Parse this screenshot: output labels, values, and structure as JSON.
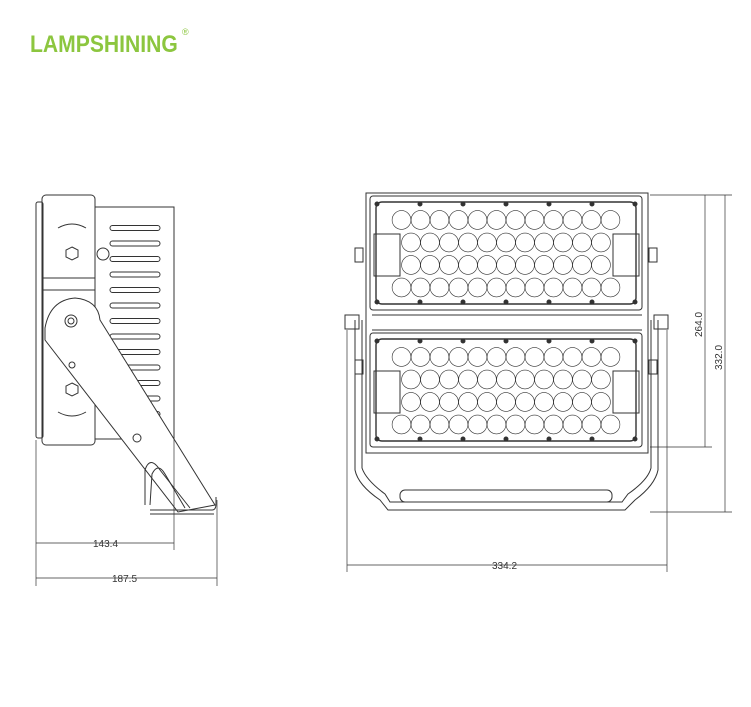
{
  "brand": {
    "name": "LAMPSHINING",
    "registered_mark": "®",
    "color": "#8cc63f"
  },
  "side_view": {
    "dimensions": {
      "depth_body": "143.4",
      "depth_total": "187.5"
    }
  },
  "front_view": {
    "dimensions": {
      "width": "334.2",
      "height_modules": "264.0",
      "height_total": "332.0"
    },
    "led_rows": [
      12,
      11,
      11,
      12
    ]
  },
  "line_color": "#333333"
}
